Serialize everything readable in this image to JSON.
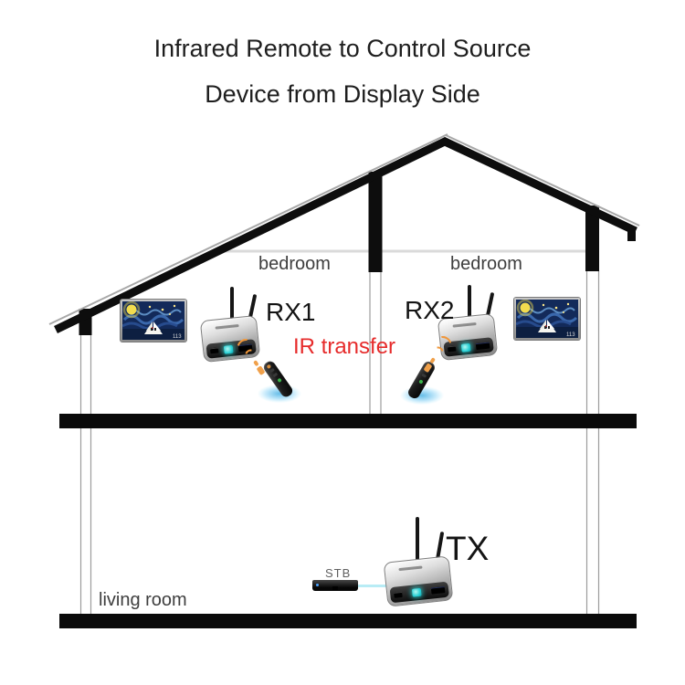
{
  "title": {
    "line1": "Infrared Remote to Control Source",
    "line2": "Device from Display Side"
  },
  "rooms": {
    "bedroom_left": "bedroom",
    "bedroom_right": "bedroom",
    "living_room": "living room"
  },
  "devices": {
    "rx1_label": "RX1",
    "rx2_label": "RX2",
    "tx_label": "TX",
    "stb_label": "STB"
  },
  "annotations": {
    "ir_transfer": "IR transfer"
  },
  "tv": {
    "badge": "113"
  },
  "icons": {
    "antenna": "black-rod",
    "remote_control": "black-rounded-stick",
    "ir_beam": "orange-dashes-with-arcs",
    "signal_glow": "blue-ellipse",
    "display_window": "teal-glowing-square"
  },
  "colors": {
    "accent_red": "#e62b2b",
    "beam_orange": "#f0973b",
    "glow_blue": "#7ecbee",
    "cable_cyan": "#b8ecf5",
    "screen_teal": "#2ad8d8",
    "structure_black": "#0d0d0d",
    "wall_gray": "#9c9c9c",
    "ceiling_gray": "#dadada",
    "label_gray": "#3e3e3e"
  }
}
